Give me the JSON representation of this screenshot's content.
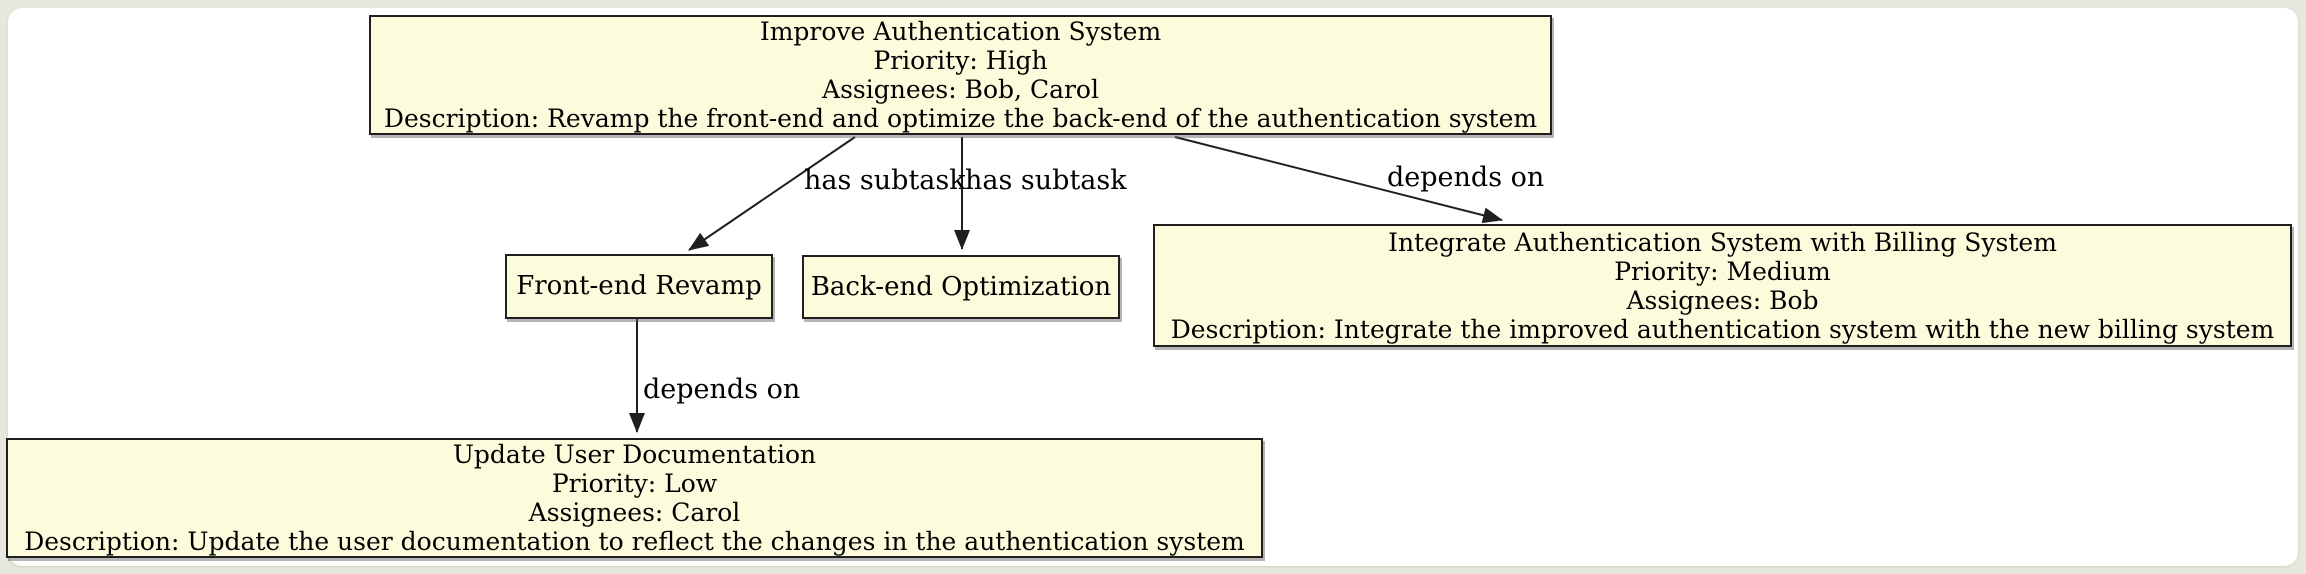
{
  "diagram": {
    "nodes": {
      "improve_auth": {
        "title": "Improve Authentication System",
        "priority": "Priority: High",
        "assignees": "Assignees: Bob, Carol",
        "description": "Description: Revamp the front-end and optimize the back-end of the authentication system"
      },
      "front_end": {
        "title": "Front-end Revamp"
      },
      "back_end": {
        "title": "Back-end Optimization"
      },
      "integrate_billing": {
        "title": "Integrate Authentication System with Billing System",
        "priority": "Priority: Medium",
        "assignees": "Assignees: Bob",
        "description": "Description: Integrate the improved authentication system with the new billing system"
      },
      "update_docs": {
        "title": "Update User Documentation",
        "priority": "Priority: Low",
        "assignees": "Assignees: Carol",
        "description": "Description: Update the user documentation to reflect the changes in the authentication system"
      }
    },
    "edges": [
      {
        "from": "improve_auth",
        "to": "front_end",
        "label": "has subtask"
      },
      {
        "from": "improve_auth",
        "to": "back_end",
        "label": "has subtask"
      },
      {
        "from": "improve_auth",
        "to": "integrate_billing",
        "label": "depends on"
      },
      {
        "from": "front_end",
        "to": "update_docs",
        "label": "depends on"
      }
    ],
    "colors": {
      "node_fill": "#fcfcdc",
      "node_border": "#1f1f1f",
      "edge_stroke": "#1f1f1f",
      "canvas": "#ffffff",
      "page_background": "#e7e7dd"
    }
  }
}
